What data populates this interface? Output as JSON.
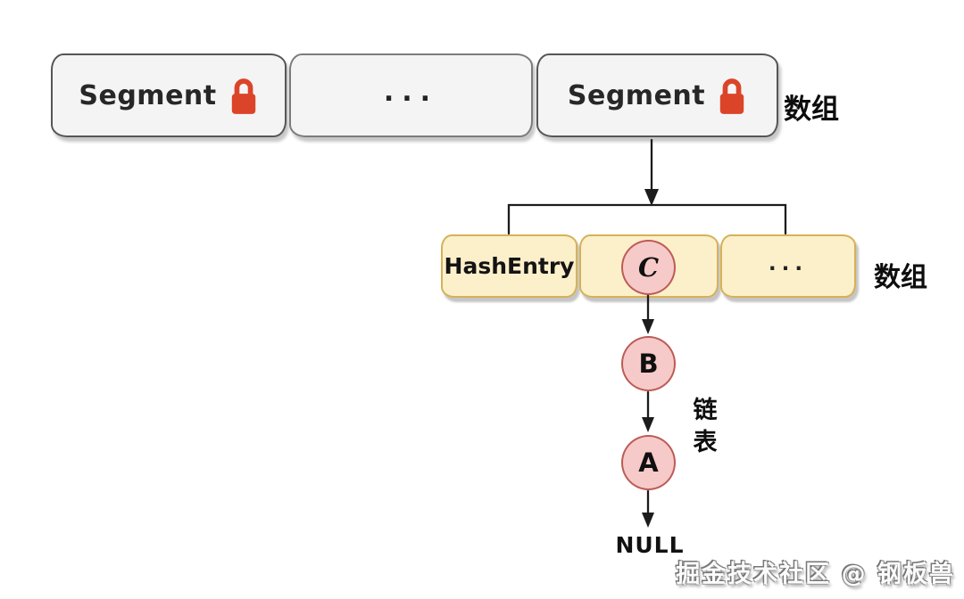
{
  "segment_row": {
    "box1_label": "Segment",
    "box2_label": "...",
    "box3_label": "Segment",
    "side_label": "数组"
  },
  "hashentry_row": {
    "box1_label": "HashEntry",
    "box3_label": "...",
    "side_label": "数组"
  },
  "linked_list": {
    "nodes": [
      "C",
      "B",
      "A"
    ],
    "side_label": "链表",
    "terminator": "NULL"
  },
  "watermark": "掘金技术社区 @ 钢板兽",
  "colors": {
    "lock": "#db4429",
    "segment_fill": "#f4f4f5",
    "segment_border": "#565656",
    "entry_fill": "#fcf0ca",
    "entry_border": "#d6b158",
    "node_fill": "#f6cac8",
    "node_border": "#bd5b56",
    "line": "#1c1c1c"
  }
}
